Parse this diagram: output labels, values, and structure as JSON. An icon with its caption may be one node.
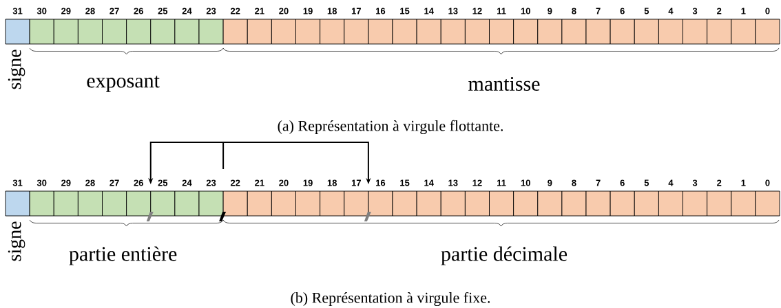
{
  "diagram": {
    "labels": [
      "31",
      "30",
      "29",
      "28",
      "27",
      "26",
      "25",
      "24",
      "23",
      "22",
      "21",
      "20",
      "19",
      "18",
      "17",
      "16",
      "15",
      "14",
      "13",
      "12",
      "11",
      "10",
      "9",
      "8",
      "7",
      "6",
      "5",
      "4",
      "3",
      "2",
      "1",
      "0",
      "signe",
      "exposant",
      "mantisse",
      "(a) Représentation à virgule flottante.",
      "31",
      "30",
      "29",
      "28",
      "27",
      "26",
      "25",
      "24",
      "23",
      "22",
      "21",
      "20",
      "19",
      "18",
      "17",
      "16",
      "15",
      "14",
      "13",
      "12",
      "11",
      "10",
      "9",
      "8",
      "7",
      "6",
      "5",
      "4",
      "3",
      "2",
      "1",
      "0",
      "signe",
      "partie entière",
      "partie décimale",
      "(b) Représentation à virgule fixe."
    ]
  }
}
